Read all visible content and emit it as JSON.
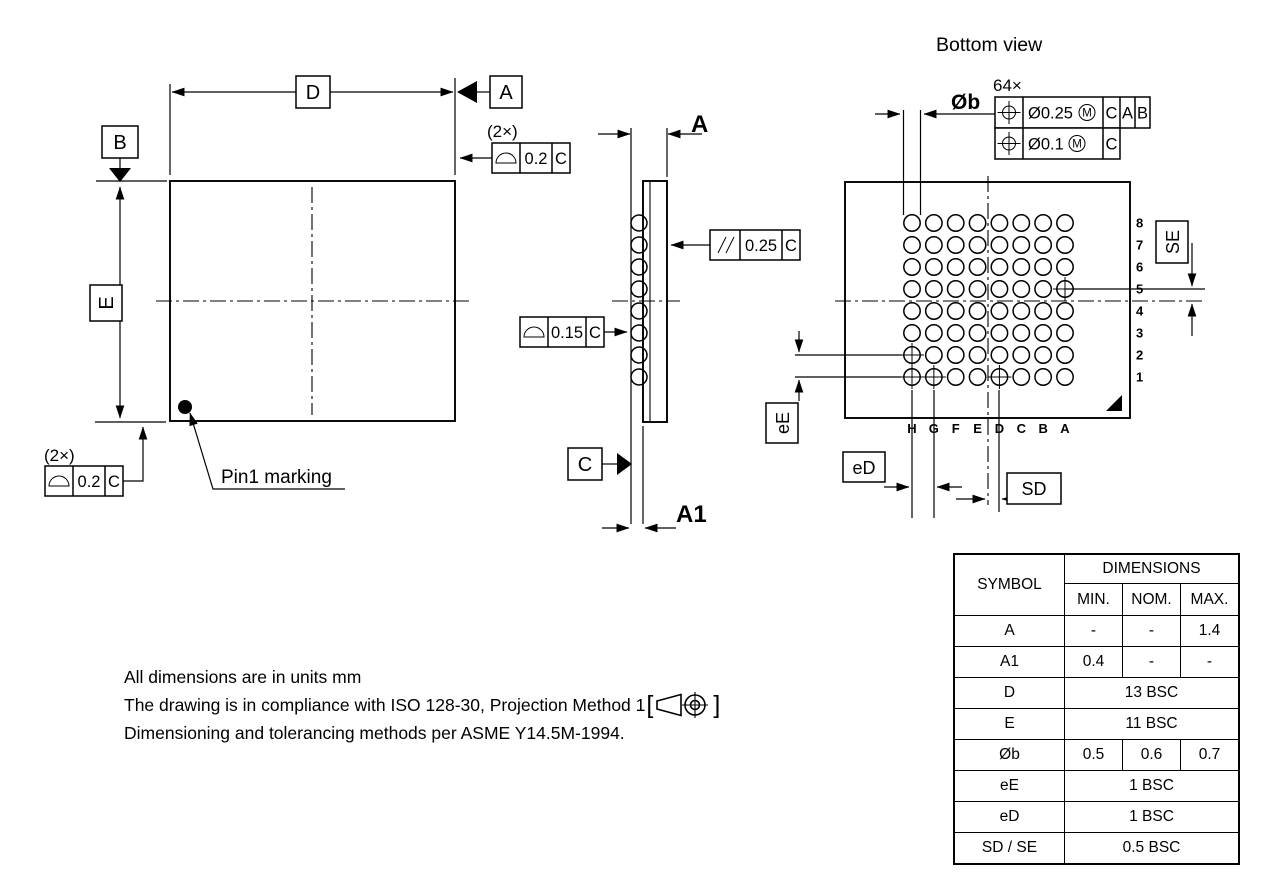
{
  "colors": {
    "line": "#000000",
    "background": "#ffffff"
  },
  "top_view": {
    "dim_d_label": "D",
    "dim_e_label": "E",
    "datum_a_label": "A",
    "datum_b_label": "B",
    "fcf_top": {
      "qty": "(2×)",
      "tolerance": "0.2",
      "datum": "C"
    },
    "fcf_bottom": {
      "qty": "(2×)",
      "tolerance": "0.2",
      "datum": "C"
    },
    "pin1_label": "Pin1 marking"
  },
  "side_view": {
    "dim_a_label": "A",
    "dim_a1_label": "A1",
    "datum_c_label": "C",
    "fcf_parallelism": {
      "tolerance": "0.25",
      "datum": "C"
    },
    "fcf_profile": {
      "tolerance": "0.15",
      "datum": "C"
    }
  },
  "bottom_view": {
    "title": "Bottom view",
    "ball_qty": "64×",
    "ball_dia_label": "Øb",
    "fcf_position_row1": {
      "tolerance": "Ø0.25",
      "modifier": "M",
      "datum1": "C",
      "datum2": "A",
      "datum3": "B"
    },
    "fcf_position_row2": {
      "tolerance": "Ø0.1",
      "modifier": "M",
      "datum1": "C"
    },
    "row_labels": [
      "8",
      "7",
      "6",
      "5",
      "4",
      "3",
      "2",
      "1"
    ],
    "col_labels": [
      "H",
      "G",
      "F",
      "E",
      "D",
      "C",
      "B",
      "A"
    ],
    "crosshair_balls": [
      "H1",
      "G1",
      "D1",
      "H2",
      "A5"
    ],
    "dim_se_label": "SE",
    "dim_ee_label": "eE",
    "dim_ed_label": "eD",
    "dim_sd_label": "SD"
  },
  "notes": {
    "line1": "All dimensions are in units mm",
    "line2_text": "The drawing is in compliance with ISO 128-30, Projection Method 1 ",
    "bracket_open": "[",
    "bracket_close": "]",
    "line3": "Dimensioning and tolerancing methods per ASME Y14.5M-1994."
  },
  "table": {
    "symbol_header": "SYMBOL",
    "dimensions_header": "DIMENSIONS",
    "min_header": "MIN.",
    "nom_header": "NOM.",
    "max_header": "MAX.",
    "rows": [
      {
        "symbol": "A",
        "min": "-",
        "nom": "-",
        "max": "1.4"
      },
      {
        "symbol": "A1",
        "min": "0.4",
        "nom": "-",
        "max": "-"
      },
      {
        "symbol": "D",
        "span": "13 BSC"
      },
      {
        "symbol": "E",
        "span": "11 BSC"
      },
      {
        "symbol": "Øb",
        "min": "0.5",
        "nom": "0.6",
        "max": "0.7"
      },
      {
        "symbol": "eE",
        "span": "1 BSC"
      },
      {
        "symbol": "eD",
        "span": "1 BSC"
      },
      {
        "symbol": "SD / SE",
        "span": "0.5 BSC"
      }
    ]
  }
}
